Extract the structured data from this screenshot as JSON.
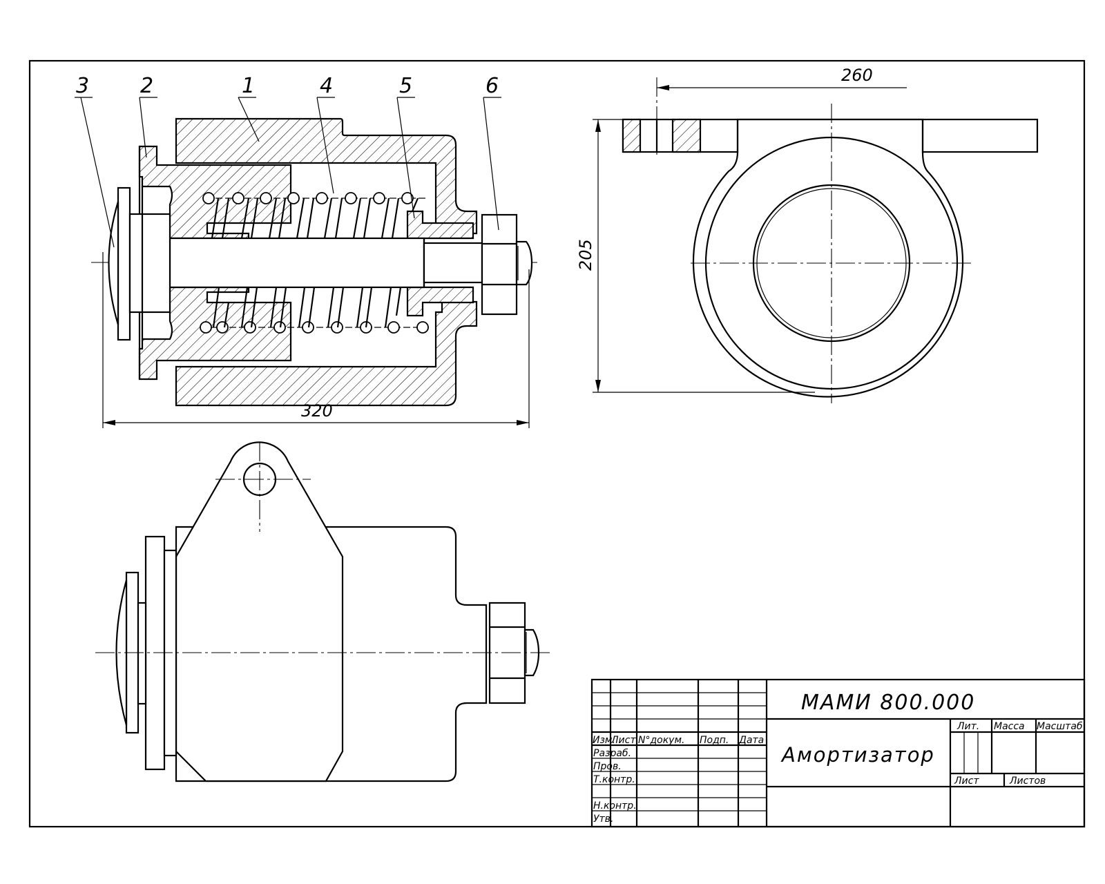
{
  "leaders": [
    "3",
    "2",
    "1",
    "4",
    "5",
    "6"
  ],
  "dimensions": {
    "length": "320",
    "flange_width": "260",
    "height": "205"
  },
  "title_block": {
    "document_code": "МАМИ 800.000",
    "product_name": "Амортизатор",
    "header_cells": [
      "Изм.",
      "Лист",
      "N°докум.",
      "Подп.",
      "Дата"
    ],
    "roles": [
      "Разраб.",
      "Пров.",
      "Т.контр.",
      "Н.контр.",
      "Утв."
    ],
    "right_header": [
      "Лит.",
      "Масса",
      "Масштаб"
    ],
    "sheet_labels": [
      "Лист",
      "Листов"
    ]
  }
}
